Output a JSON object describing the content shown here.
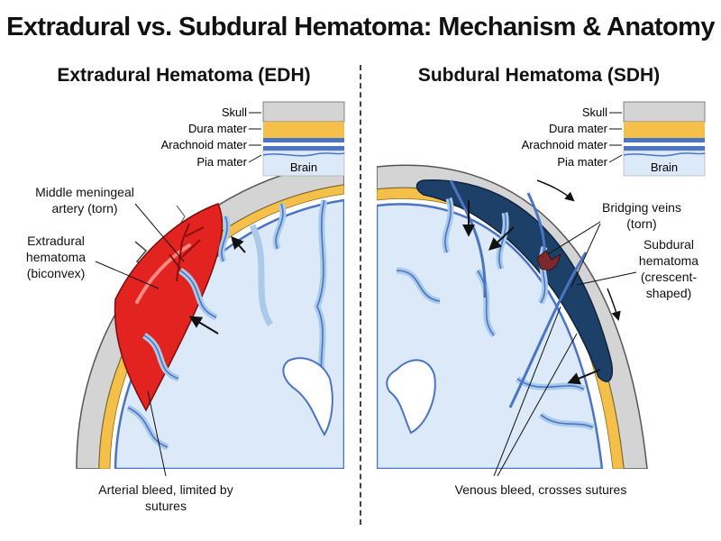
{
  "title": "Extradural vs. Subdural Hematoma: Mechanism & Anatomy",
  "left_panel": {
    "title": "Extradural Hematoma (EDH)",
    "legend": {
      "skull": "Skull",
      "dura": "Dura mater",
      "arachnoid": "Arachnoid mater",
      "pia": "Pia mater",
      "brain": "Brain"
    },
    "labels": {
      "artery_line1": "Middle meningeal",
      "artery_line2": "artery (torn)",
      "hematoma_line1": "Extradural",
      "hematoma_line2": "hematoma",
      "hematoma_line3": "(biconvex)",
      "bleed_line1": "Arterial bleed, limited by",
      "bleed_line2": "sutures"
    }
  },
  "right_panel": {
    "title": "Subdural Hematoma (SDH)",
    "legend": {
      "skull": "Skull",
      "dura": "Dura mater",
      "arachnoid": "Arachnoid mater",
      "pia": "Pia mater",
      "brain": "Brain"
    },
    "labels": {
      "veins_line1": "Bridging veins",
      "veins_line2": "(torn)",
      "hematoma_line1": "Subdural",
      "hematoma_line2": "hematoma",
      "hematoma_line3": "(crescent-",
      "hematoma_line4": "shaped)",
      "bleed_line1": "Venous bleed, crosses sutures"
    }
  },
  "colors": {
    "skull": "#d4d4d4",
    "dura": "#f5c04a",
    "arachnoid": "#4a74c4",
    "brain": "#dbe9f8",
    "gyri_outline": "#a9cbe9",
    "edh_blood": "#e2231f",
    "sdh_blood": "#1d4068"
  }
}
